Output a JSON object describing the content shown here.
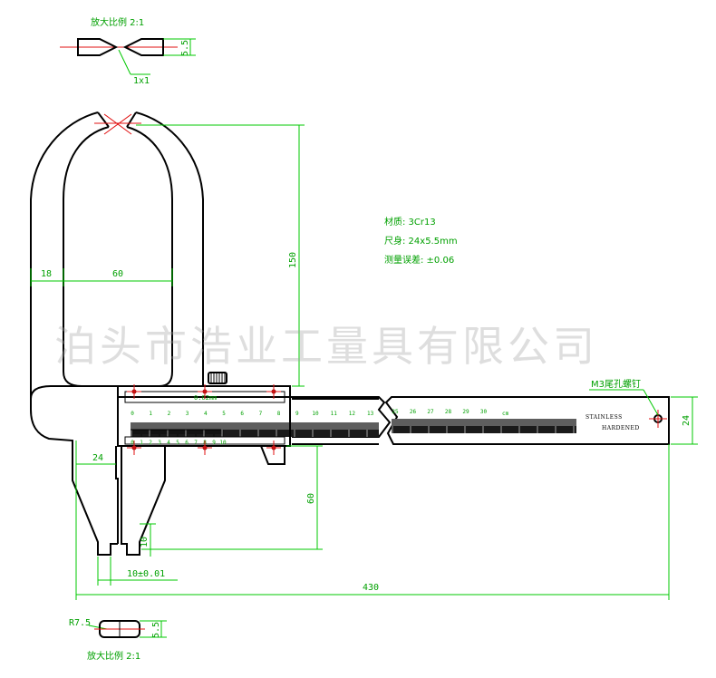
{
  "scale_note_top": "放大比例 2:1",
  "scale_note_bottom": "放大比例 2:1",
  "chamfer_label": "1x1",
  "thickness_top": "5.5",
  "thickness_bottom": "5.5",
  "radius_label": "R7.5",
  "dim_jaw_depth": "150",
  "dim_jaw_width": "18",
  "dim_jaw_gap": "60",
  "dim_lower_width": "24",
  "dim_lower_depth": "60",
  "dim_tip_height": "10",
  "dim_tip_width": "10±0.01",
  "dim_total_length": "430",
  "dim_beam_height": "24",
  "vernier_label": "0.02mm",
  "screw_note": "M3尾孔螺钉",
  "spec": {
    "material": "材质: 3Cr13",
    "size": "尺身: 24x5.5mm",
    "error": "测量误差: ±0.06"
  },
  "brand": {
    "line1": "STAINLESS",
    "line2": "HARDENED"
  },
  "unit_label": "cm",
  "main_scale_left": [
    "0",
    "1",
    "2",
    "3",
    "4",
    "5",
    "6",
    "7",
    "8",
    "9",
    "10",
    "11",
    "12",
    "13"
  ],
  "main_scale_right": [
    "25",
    "26",
    "27",
    "28",
    "29",
    "30"
  ],
  "vernier_numbers": [
    "0",
    "1",
    "2",
    "3",
    "4",
    "5",
    "6",
    "7",
    "8",
    "9",
    "10"
  ],
  "watermark": "泊头市浩业工量具有限公司",
  "colors": {
    "outline": "#000000",
    "dimension": "#00c800",
    "centerline": "#e01010"
  }
}
